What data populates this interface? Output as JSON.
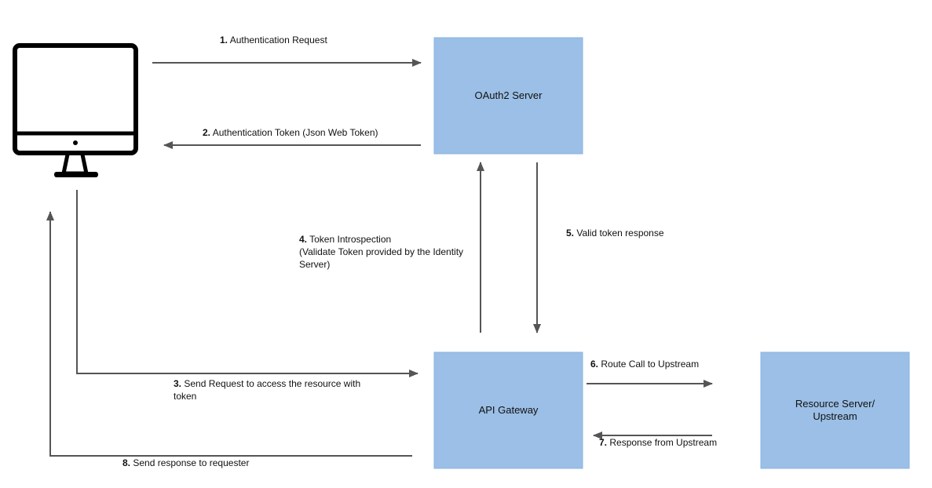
{
  "colors": {
    "box_fill": "#9bbfe6",
    "box_stroke": "#8ab4e0",
    "arrow": "#555555",
    "monitor": "#000000"
  },
  "icons": {
    "client": "desktop-monitor-icon"
  },
  "nodes": {
    "oauth": {
      "label": "OAuth2 Server"
    },
    "gateway": {
      "label": "API Gateway"
    },
    "resource": {
      "line1": "Resource Server/",
      "line2": "Upstream"
    }
  },
  "edges": [
    {
      "num": "1.",
      "text": " Authentication Request"
    },
    {
      "num": "2.",
      "text": " Authentication Token (Json Web Token)"
    },
    {
      "num": "3.",
      "text": " Send Request to access the resource with",
      "text2": "token"
    },
    {
      "num": "4.",
      "text": " Token Introspection",
      "text2": "(Validate Token provided by the Identity",
      "text3": "Server)"
    },
    {
      "num": "5.",
      "text": " Valid token response"
    },
    {
      "num": "6.",
      "text": " Route Call to Upstream"
    },
    {
      "num": "7.",
      "text": " Response from Upstream"
    },
    {
      "num": "8.",
      "text": " Send response to requester"
    }
  ]
}
